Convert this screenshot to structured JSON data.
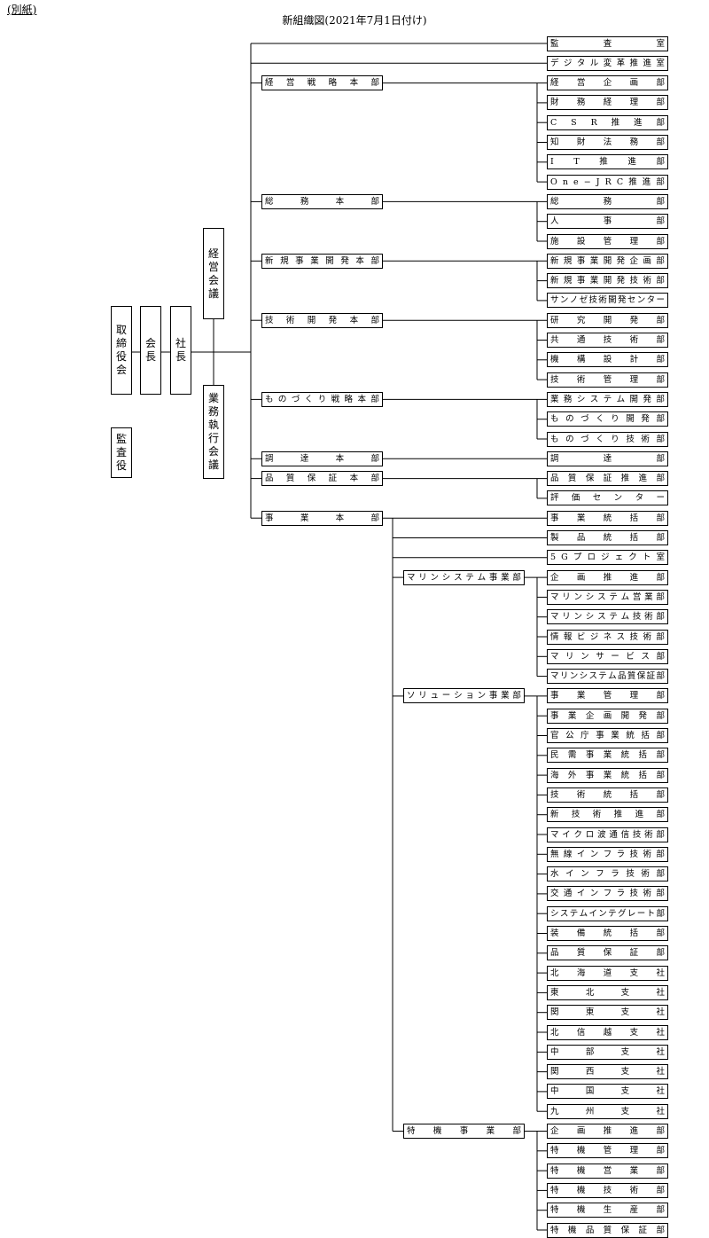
{
  "header": {
    "label": "(別紙)",
    "title": "新組織図(2021年7月1日付け)"
  },
  "executive": {
    "board": "取締役会",
    "chairman": "会長",
    "president": "社長",
    "management_council": "経営会議",
    "executive_council": "業務執行会議",
    "auditor": "監査役"
  },
  "direct": [
    "監査室",
    "デジタル変革推進室"
  ],
  "headquarters": [
    {
      "name": "経営戦略本部",
      "units": [
        "経営企画部",
        "財務経理部",
        "CSR推進部",
        "知財法務部",
        "IT推進部",
        "One−JRC推進部"
      ]
    },
    {
      "name": "総務本部",
      "units": [
        "総務部",
        "人事部",
        "施設管理部"
      ]
    },
    {
      "name": "新規事業開発本部",
      "units": [
        "新規事業開発企画部",
        "新規事業開発技術部",
        "サンノゼ技術開発センター"
      ]
    },
    {
      "name": "技術開発本部",
      "units": [
        "研究開発部",
        "共通技術部",
        "機構設計部",
        "技術管理部"
      ]
    },
    {
      "name": "ものづくり戦略本部",
      "units": [
        "業務システム開発部",
        "ものづくり開発部",
        "ものづくり技術部"
      ]
    },
    {
      "name": "調達本部",
      "units": [
        "調達部"
      ]
    },
    {
      "name": "品質保証本部",
      "units": [
        "品質保証推進部",
        "評価センター"
      ]
    }
  ],
  "business": {
    "name": "事業本部",
    "units": [
      "事業統括部",
      "製品統括部",
      "5Gプロジェクト室"
    ],
    "divisions": [
      {
        "name": "マリンシステム事業部",
        "units": [
          "企画推進部",
          "マリンシステム営業部",
          "マリンシステム技術部",
          "情報ビジネス技術部",
          "マリンサービス部",
          "マリンシステム品質保証部"
        ]
      },
      {
        "name": "ソリューション事業部",
        "units": [
          "事業管理部",
          "事業企画開発部",
          "官公庁事業統括部",
          "民需事業統括部",
          "海外事業統括部",
          "技術統括部",
          "新技術推進部",
          "マイクロ波通信技術部",
          "無線インフラ技術部",
          "水インフラ技術部",
          "交通インフラ技術部",
          "システムインテグレート部",
          "装備統括部",
          "品質保証部",
          "北海道支社",
          "東北支社",
          "関東支社",
          "北信越支社",
          "中部支社",
          "関西支社",
          "中国支社",
          "九州支社"
        ]
      },
      {
        "name": "特機事業部",
        "units": [
          "企画推進部",
          "特機管理部",
          "特機営業部",
          "特機技術部",
          "特機生産部",
          "特機品質保証部"
        ]
      }
    ]
  }
}
